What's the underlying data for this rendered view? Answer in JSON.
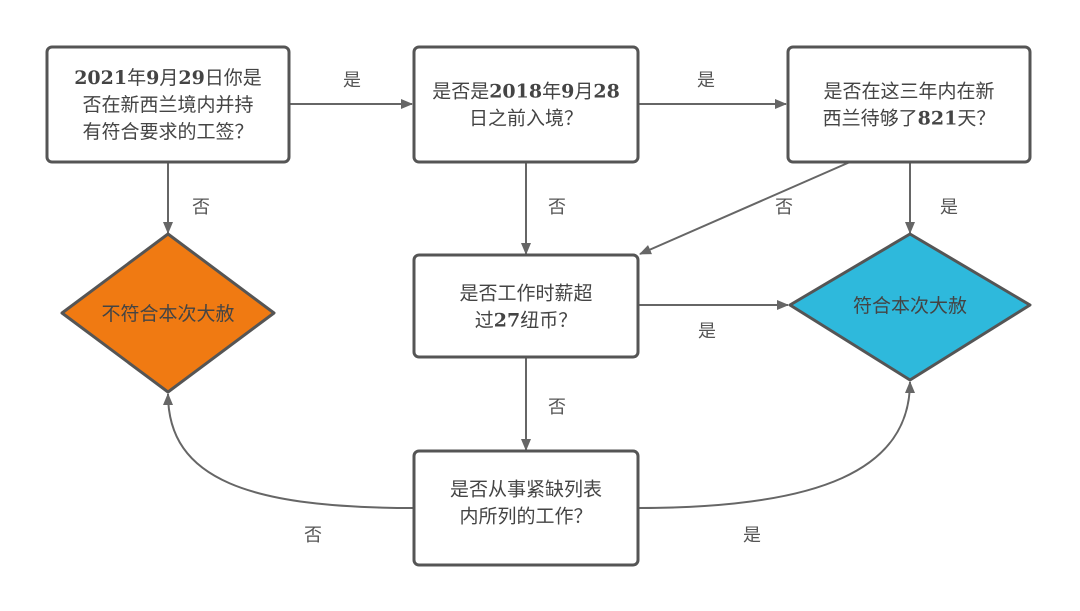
{
  "colors": {
    "not_eligible": "#F07A12",
    "eligible": "#2EB9DC",
    "border": "#555555",
    "edge": "#666666"
  },
  "nodes": {
    "q1": {
      "lines": [
        [
          {
            "t": "2021",
            "b": true
          },
          {
            "t": "年"
          },
          {
            "t": "9",
            "b": true
          },
          {
            "t": "月"
          },
          {
            "t": "29",
            "b": true
          },
          {
            "t": "日你是"
          }
        ],
        [
          {
            "t": "否在新西兰境内并持"
          }
        ],
        [
          {
            "t": "有符合要求的工签？"
          }
        ]
      ]
    },
    "q2": {
      "lines": [
        [
          {
            "t": "是否是"
          },
          {
            "t": "2018",
            "b": true
          },
          {
            "t": "年"
          },
          {
            "t": "9",
            "b": true
          },
          {
            "t": "月"
          },
          {
            "t": "28",
            "b": true
          }
        ],
        [
          {
            "t": "日之前入境？"
          }
        ]
      ]
    },
    "q3": {
      "lines": [
        [
          {
            "t": "是否在这三年内在新"
          }
        ],
        [
          {
            "t": "西兰待够了"
          },
          {
            "t": "821",
            "b": true
          },
          {
            "t": "天？"
          }
        ]
      ]
    },
    "q4": {
      "lines": [
        [
          {
            "t": "是否工作时薪超"
          }
        ],
        [
          {
            "t": "过"
          },
          {
            "t": "27",
            "b": true
          },
          {
            "t": "纽币？"
          }
        ]
      ]
    },
    "q5": {
      "lines": [
        [
          {
            "t": "是否从事紧缺列表"
          }
        ],
        [
          {
            "t": "内所列的工作？"
          }
        ]
      ]
    },
    "not_eligible": {
      "label": "不符合本次大赦"
    },
    "eligible": {
      "label": "符合本次大赦"
    }
  },
  "edges": {
    "q1_q2": "是",
    "q2_q3": "是",
    "q1_no": "否",
    "q2_q4": "否",
    "q3_q4": "否",
    "q3_yes": "是",
    "q4_yes": "是",
    "q4_q5": "否",
    "q5_no": "否",
    "q5_yes": "是"
  }
}
